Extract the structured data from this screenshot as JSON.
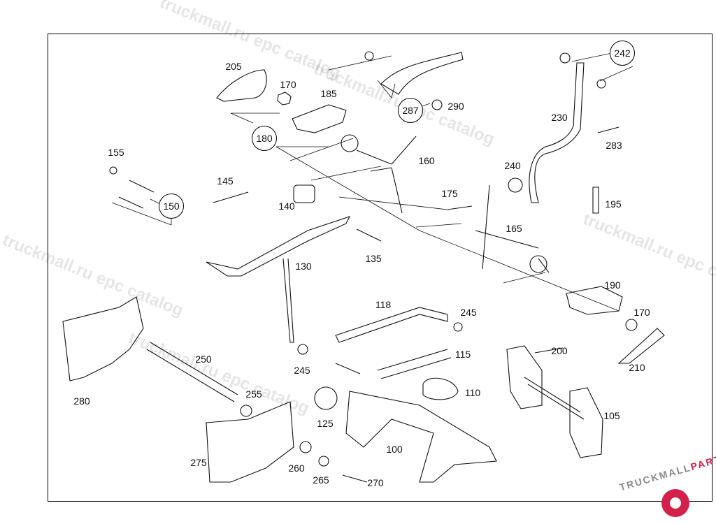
{
  "parts": [
    {
      "id": "205",
      "label": "205",
      "circled": false
    },
    {
      "id": "170a",
      "label": "170",
      "circled": false
    },
    {
      "id": "185",
      "label": "185",
      "circled": false
    },
    {
      "id": "180",
      "label": "180",
      "circled": true
    },
    {
      "id": "287",
      "label": "287",
      "circled": true
    },
    {
      "id": "290",
      "label": "290",
      "circled": false
    },
    {
      "id": "242",
      "label": "242",
      "circled": true
    },
    {
      "id": "230",
      "label": "230",
      "circled": false
    },
    {
      "id": "283",
      "label": "283",
      "circled": false
    },
    {
      "id": "155",
      "label": "155",
      "circled": false
    },
    {
      "id": "150",
      "label": "150",
      "circled": true
    },
    {
      "id": "145",
      "label": "145",
      "circled": false
    },
    {
      "id": "140",
      "label": "140",
      "circled": false
    },
    {
      "id": "160",
      "label": "160",
      "circled": false
    },
    {
      "id": "240",
      "label": "240",
      "circled": false
    },
    {
      "id": "175",
      "label": "175",
      "circled": false
    },
    {
      "id": "195",
      "label": "195",
      "circled": false
    },
    {
      "id": "165",
      "label": "165",
      "circled": false
    },
    {
      "id": "135",
      "label": "135",
      "circled": false
    },
    {
      "id": "130",
      "label": "130",
      "circled": false
    },
    {
      "id": "190",
      "label": "190",
      "circled": false
    },
    {
      "id": "170b",
      "label": "170",
      "circled": false
    },
    {
      "id": "118",
      "label": "118",
      "circled": false
    },
    {
      "id": "245a",
      "label": "245",
      "circled": false
    },
    {
      "id": "245b",
      "label": "245",
      "circled": false
    },
    {
      "id": "200",
      "label": "200",
      "circled": false
    },
    {
      "id": "210",
      "label": "210",
      "circled": false
    },
    {
      "id": "250",
      "label": "250",
      "circled": false
    },
    {
      "id": "115",
      "label": "115",
      "circled": false
    },
    {
      "id": "280",
      "label": "280",
      "circled": false
    },
    {
      "id": "255",
      "label": "255",
      "circled": false
    },
    {
      "id": "110",
      "label": "110",
      "circled": false
    },
    {
      "id": "125",
      "label": "125",
      "circled": false
    },
    {
      "id": "105",
      "label": "105",
      "circled": false
    },
    {
      "id": "100",
      "label": "100",
      "circled": false
    },
    {
      "id": "275",
      "label": "275",
      "circled": false
    },
    {
      "id": "260",
      "label": "260",
      "circled": false
    },
    {
      "id": "265",
      "label": "265",
      "circled": false
    },
    {
      "id": "270",
      "label": "270",
      "circled": false
    }
  ],
  "watermarks": [
    "truckmall.ru epc catalog",
    "truckmall.ru epc catalog",
    "truckmall.ru epc catalog",
    "truckmall.ru epc catalog",
    "truckmall.ru epc catalog"
  ],
  "logo": {
    "brand": "TRUCKMALL",
    "accent": "PARTS",
    "accent_color": "#d2224b",
    "brand_color": "#8a8a8a"
  }
}
